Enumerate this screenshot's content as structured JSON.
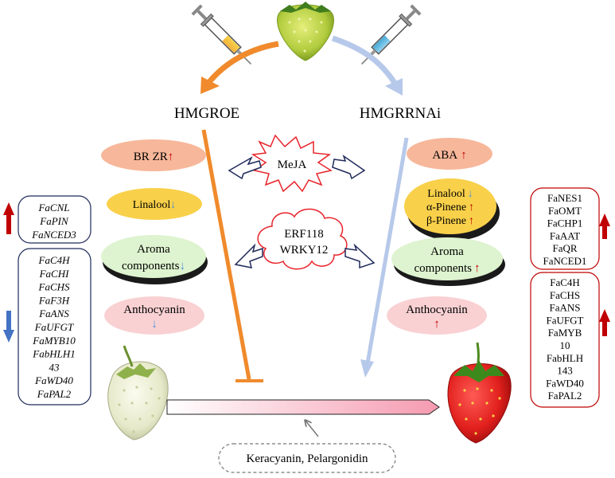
{
  "left_branch": {
    "title": "HMGROE",
    "br_zr": "BR ZR",
    "linalool": "Linalool",
    "aroma_line1": "Aroma",
    "aroma_line2": "components",
    "anthocyanin": "Anthocyanin",
    "up_genes": [
      "FaCNL",
      "FaPIN",
      "FaNCED3"
    ],
    "down_genes": [
      "FaC4H",
      "FaCHI",
      "FaCHS",
      "FaF3H",
      "FaANS",
      "FaUFGT",
      "FaMYB10",
      "FabHLH1",
      "43",
      "FaWD40",
      "FaPAL2"
    ]
  },
  "right_branch": {
    "title": "HMGRRNAi",
    "aba": "ABA",
    "linalool": "Linalool",
    "alpha_pinene": "α-Pinene",
    "beta_pinene": "β-Pinene",
    "aroma_line1": "Aroma",
    "aroma_line2": "components",
    "anthocyanin": "Anthocyanin",
    "up_genes_top": [
      "FaNES1",
      "FaOMT",
      "FaCHP1",
      "FaAAT",
      "FaQR",
      "FaNCED1"
    ],
    "up_genes_bottom": [
      "FaC4H",
      "FaCHS",
      "FaANS",
      "FaUFGT",
      "FaMYB",
      "10",
      "FabHLH",
      "143",
      "FaWD40",
      "FaPAL2"
    ]
  },
  "center": {
    "meja": "MeJA",
    "tf_line1": "ERF118",
    "tf_line2": "WRKY12"
  },
  "bottom": {
    "pigments": "Keracyanin, Pelargonidin"
  },
  "symbols": {
    "up": "↑",
    "down": "↓"
  },
  "colors": {
    "oe_arrow": "#f08a2c",
    "rnai_arrow": "#b7c9ea",
    "br_zr_fill": "#f7b79a",
    "linalool_fill": "#f8d04a",
    "aroma_fill": "#def3cf",
    "anthocyanin_fill": "#f9d1d3",
    "up_arrow": "#c00000",
    "down_arrow": "#4472c4",
    "left_box_border": "#1f2a5a",
    "right_box_border": "#c00000",
    "meja_star": "#e8242b",
    "tf_cloud": "#e8242b"
  }
}
